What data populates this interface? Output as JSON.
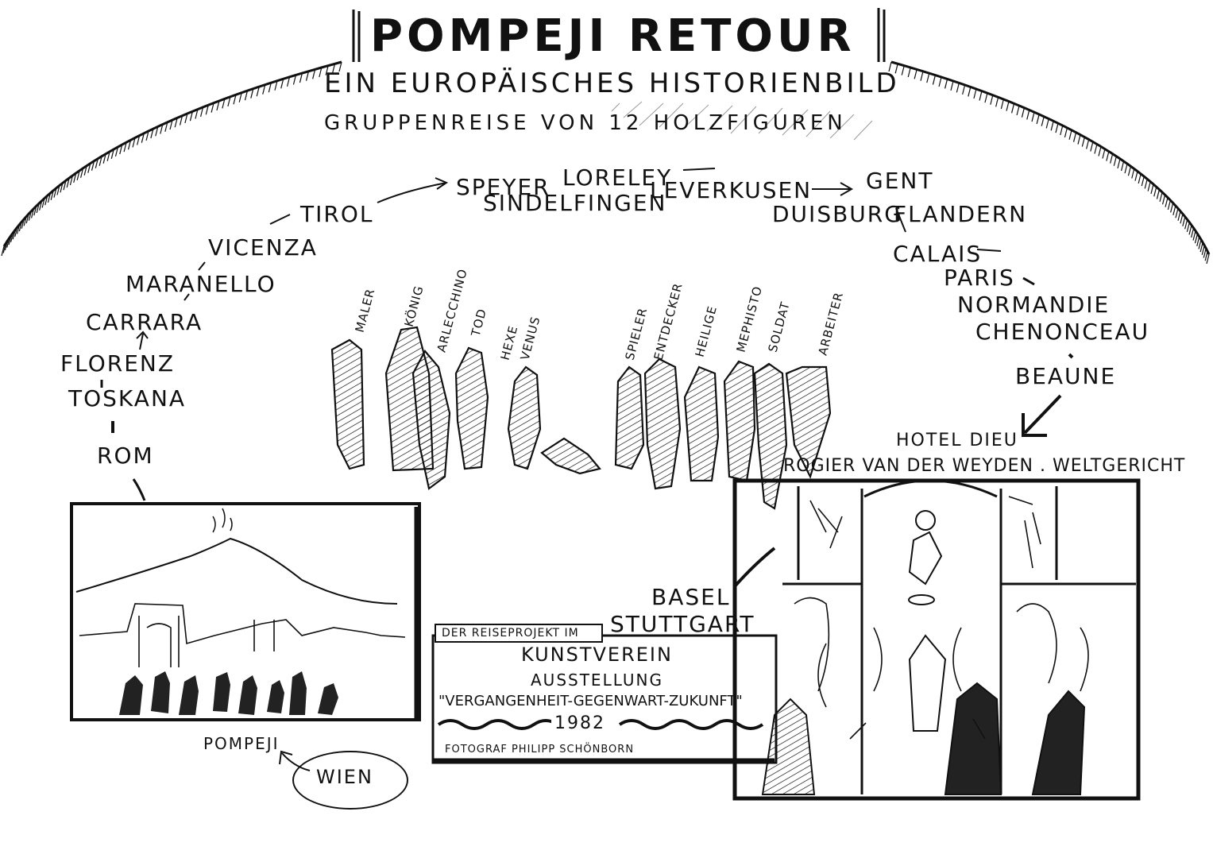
{
  "header": {
    "title": "POMPEJI RETOUR",
    "subtitle": "EIN EUROPÄISCHES HISTORIENBILD",
    "tagline": "GRUPPENREISE VON 12 HOLZFIGUREN"
  },
  "route_left": [
    "ROM",
    "TOSKANA",
    "FLORENZ",
    "CARRARA",
    "MARANELLO",
    "VICENZA",
    "TIROL"
  ],
  "route_top": [
    "SPEYER",
    "LORELEY",
    "SINDELFINGEN",
    "LEVERKUSEN",
    "GENT",
    "DUISBURG",
    "FLANDERN"
  ],
  "route_right": [
    "CALAIS",
    "PARIS",
    "NORMANDIE",
    "CHENONCEAU",
    "BEAUNE",
    "HOTEL DIEU"
  ],
  "painting_caption": "ROGIER VAN DER WEYDEN . WELTGERICHT",
  "route_bottom": [
    "BASEL",
    "STUTTGART"
  ],
  "figures": [
    "MALER",
    "KÖNIG",
    "ARLECCHINO",
    "TOD",
    "HEXE",
    "VENUS",
    "SPIELER",
    "ENTDECKER",
    "HEILIGE",
    "MEPHISTO",
    "SOLDAT",
    "ARBEITER"
  ],
  "pompeji_panel": {
    "label": "POMPEJI",
    "origin": "WIEN"
  },
  "exhibition": {
    "header": "DER REISEPROJEKT IM",
    "venue": "KUNSTVEREIN",
    "type": "AUSSTELLUNG",
    "name": "\"VERGANGENHEIT-GEGENWART-ZUKUNFT\"",
    "year": "1982",
    "credit": "FOTOGRAF PHILIPP SCHÖNBORN"
  }
}
